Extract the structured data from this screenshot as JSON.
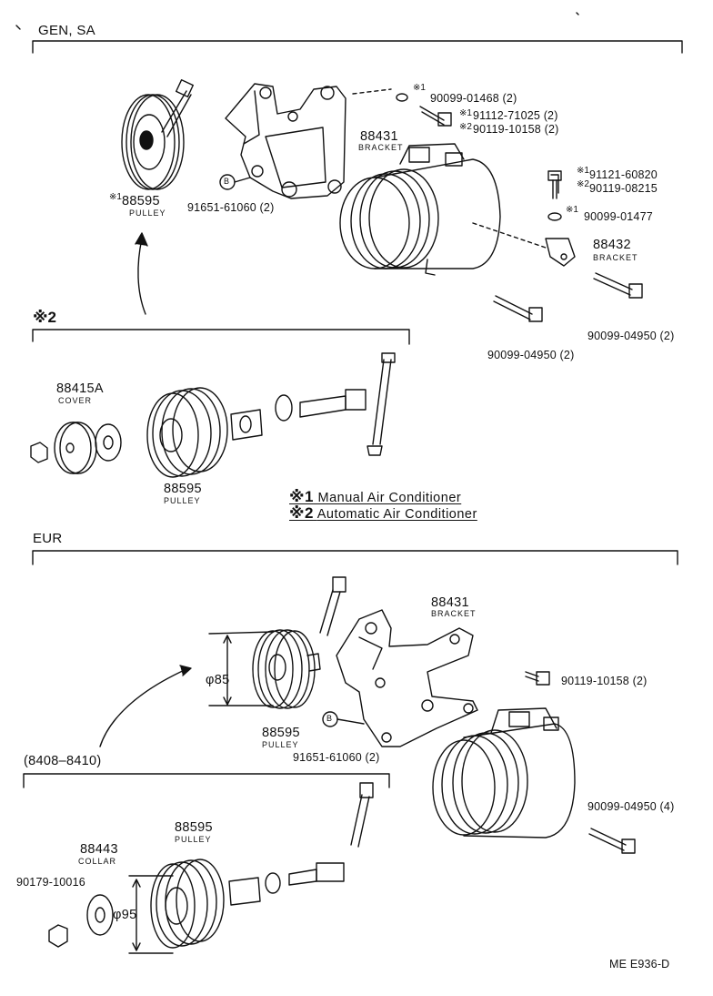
{
  "sections": {
    "gen_sa": "GEN, SA",
    "mark2_header": "※2",
    "eur": "EUR",
    "eur_range": "(8408–8410)"
  },
  "parts": {
    "p_90099_01468": "90099-01468 (2)",
    "p_91112_71025": "91112-71025 (2)",
    "p_90119_10158_top": "90119-10158 (2)",
    "p_88431_top": "88431",
    "bracket_top": "BRACKET",
    "p_91651_top": "91651-61060 (2)",
    "p_88595_top": "88595",
    "pulley_top": "PULLEY",
    "p_91121_60820": "91121-60820",
    "p_90119_08215": "90119-08215",
    "p_90099_01477": "90099-01477",
    "p_88432": "88432",
    "bracket_88432": "BRACKET",
    "p_90099_04950_left": "90099-04950 (2)",
    "p_90099_04950_right": "90099-04950 (2)",
    "p_88415A": "88415A",
    "cover": "COVER",
    "p_88595_mid": "88595",
    "pulley_mid": "PULLEY",
    "p_88431_eur": "88431",
    "bracket_eur": "BRACKET",
    "phi85": "φ85",
    "p_88595_eur": "88595",
    "pulley_eur": "PULLEY",
    "p_91651_eur": "91651-61060 (2)",
    "p_90119_10158_eur": "90119-10158 (2)",
    "p_90099_04950_eur": "90099-04950 (4)",
    "p_88595_bot": "88595",
    "pulley_bot": "PULLEY",
    "p_88443": "88443",
    "collar": "COLLAR",
    "p_90179_10016": "90179-10016",
    "phi95": "φ95"
  },
  "markers": {
    "m1": "※1",
    "m2": "※2",
    "b": "B"
  },
  "legend": {
    "mark1": "※1",
    "text1": "Manual Air Conditioner",
    "mark2": "※2",
    "text2": "Automatic Air Conditioner"
  },
  "footer": {
    "code": "ME E936-D"
  }
}
